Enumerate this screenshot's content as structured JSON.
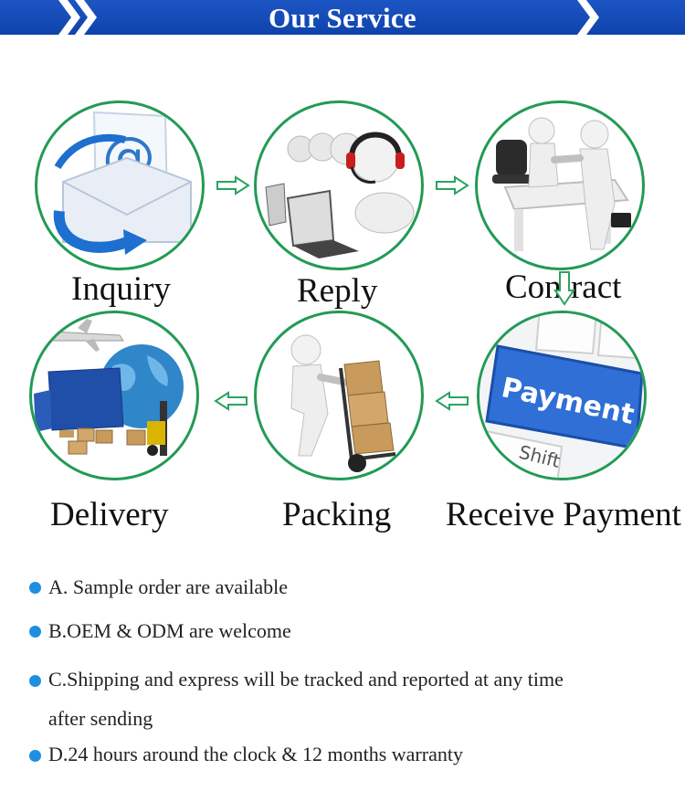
{
  "header": {
    "title": "Our Service"
  },
  "steps": [
    {
      "label": "Inquiry",
      "icon": "email-at-icon"
    },
    {
      "label": "Reply",
      "icon": "customer-service-headset-icon"
    },
    {
      "label": "Contract",
      "icon": "handshake-icon"
    },
    {
      "label": "Receive Payment",
      "icon": "payment-key-icon",
      "key_text": "Payment",
      "shift_text": "Shift"
    },
    {
      "label": "Packing",
      "icon": "hand-truck-boxes-icon"
    },
    {
      "label": "Delivery",
      "icon": "cargo-shipping-icon"
    }
  ],
  "notes": [
    "A. Sample order are available",
    "B.OEM & ODM are welcome",
    "C.Shipping and express will be tracked and reported at any time",
    "after sending",
    "D.24 hours around the clock & 12 months warranty"
  ],
  "colors": {
    "banner": "#1246b5",
    "circle_border": "#239a56",
    "arrow": "#2aa35f",
    "bullet": "#1e8fe0",
    "payment_key": "#2f6fd6"
  }
}
